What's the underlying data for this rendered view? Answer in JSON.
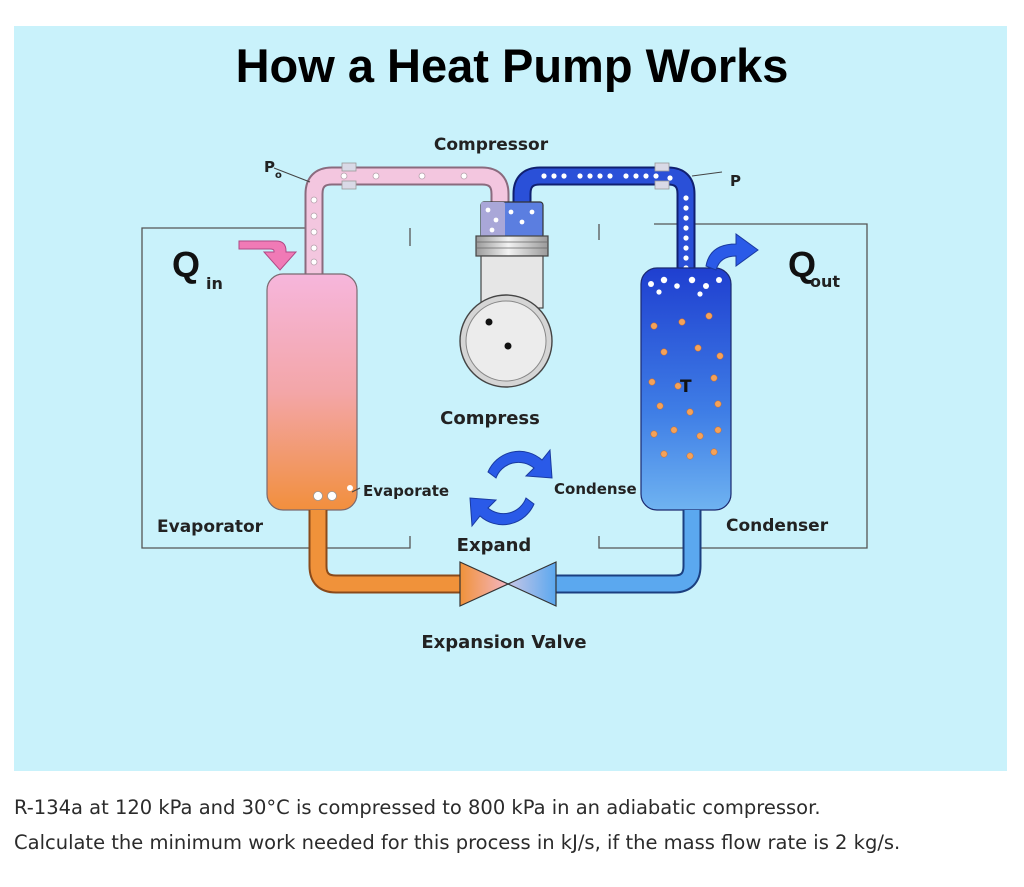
{
  "diagram": {
    "title": "How a Heat Pump Works",
    "labels": {
      "compressor": "Compressor",
      "p0": "P",
      "p0_subscript": "o",
      "p": "P",
      "q_in": "Q",
      "q_in_subscript": "in",
      "q_out": "Q",
      "q_out_subscript": "out",
      "t": "T",
      "compress": "Compress",
      "evaporate": "Evaporate",
      "condense": "Condense",
      "expand": "Expand",
      "evaporator": "Evaporator",
      "condenser": "Condenser",
      "expansion_valve": "Expansion Valve"
    },
    "colors": {
      "background": "#c9f2fb",
      "low_pressure_pipe": "#f3c6df",
      "high_pressure_pipe": "#2a50d8",
      "liquid_pipe_warm": "#f0923a",
      "liquid_pipe_cool": "#5ba8ef",
      "cycle_arrows": "#2a5ae8",
      "q_in_arrow": "#f07ab6",
      "q_out_arrow": "#2a5ae8"
    }
  },
  "question": {
    "line1": "R-134a at 120 kPa and 30°C is compressed to 800 kPa in an adiabatic compressor.",
    "line2": "Calculate the minimum work needed for this process in kJ/s, if the mass flow rate is 2 kg/s."
  }
}
